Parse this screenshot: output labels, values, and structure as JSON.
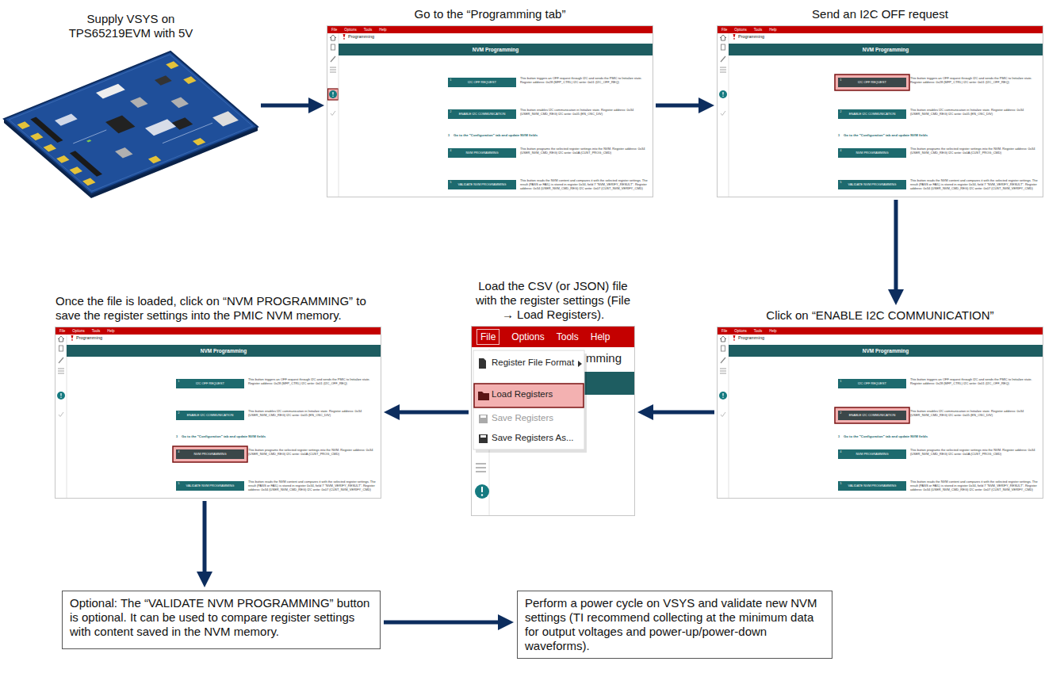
{
  "diagram": {
    "nodes": [
      {
        "text": [
          "Supply VSYS on TPS65219EVM with 5V"
        ]
      },
      {
        "text": [
          "Go to the “Programming tab”"
        ]
      },
      {
        "text": [
          "File",
          "Options",
          "Tools",
          "Help"
        ],
        "in": 1
      },
      {
        "text": [
          "NVM Programming"
        ],
        "in": 1
      },
      {
        "text": [
          "1",
          "I2C OFF REQUEST"
        ],
        "in": 1
      },
      {
        "text": [
          "2",
          "ENABLE I2C COMMUNICATION"
        ],
        "in": 1
      },
      {
        "text": [
          "4",
          "NVM PROGRAMMING"
        ],
        "in": 1
      },
      {
        "text": [
          "5",
          "VALIDATE NVM PROGRAMMING"
        ],
        "in": 1
      },
      {
        "text": [
          "Send an I2C OFF request"
        ]
      },
      {
        "text": [
          "File",
          "Options",
          "Tools",
          "Help"
        ],
        "in": 8
      },
      {
        "text": [
          "NVM Programming"
        ],
        "in": 8
      },
      {
        "text": [
          "1",
          "I2C OFF REQUEST"
        ],
        "in": 8
      },
      {
        "text": [
          "2",
          "ENABLE I2C COMMUNICATION"
        ],
        "in": 8
      },
      {
        "text": [
          "4",
          "NVM PROGRAMMING"
        ],
        "in": 8
      },
      {
        "text": [
          "5",
          "VALIDATE NVM PROGRAMMING"
        ],
        "in": 8
      },
      {
        "text": [
          "Click on “ENABLE I2C COMMUNICATION”"
        ]
      },
      {
        "text": [
          "File",
          "Options",
          "Tools",
          "Help"
        ],
        "in": 15
      },
      {
        "text": [
          "NVM Programming"
        ],
        "in": 15
      },
      {
        "text": [
          "1",
          "I2C OFF REQUEST"
        ],
        "in": 15
      },
      {
        "text": [
          "2",
          "ENABLE I2C COMMUNICATION"
        ],
        "in": 15
      },
      {
        "text": [
          "4",
          "NVM PROGRAMMING"
        ],
        "in": 15
      },
      {
        "text": [
          "5",
          "VALIDATE NVM PROGRAMMING"
        ],
        "in": 15
      },
      {
        "text": [
          "Load the CSV (or JSON) file with the register settings (File → Load Registers)."
        ]
      },
      {
        "text": [
          "File",
          "Options",
          "Tools",
          "Help"
        ],
        "in": 22
      },
      {
        "text": [
          "Register File Format",
          "Load Registers",
          "Save Registers",
          "Save Registers As..."
        ],
        "in": 22
      },
      {
        "text": [
          "Once the file is loaded, click on “NVM PROGRAMMING” to save the register settings into the PMIC NVM memory."
        ]
      },
      {
        "text": [
          "File",
          "Options",
          "Tools",
          "Help"
        ],
        "in": 25
      },
      {
        "text": [
          "NVM Programming"
        ],
        "in": 25
      },
      {
        "text": [
          "1",
          "I2C OFF REQUEST"
        ],
        "in": 25
      },
      {
        "text": [
          "2",
          "ENABLE I2C COMMUNICATION"
        ],
        "in": 25
      },
      {
        "text": [
          "4",
          "NVM PROGRAMMING"
        ],
        "in": 25
      },
      {
        "text": [
          "5",
          "VALIDATE NVM PROGRAMMING"
        ],
        "in": 25
      },
      {
        "text": [
          "Optional: The “VALIDATE NVM PROGRAMMING” button is optional. It can be used to compare register settings with content saved in the NVM memory."
        ]
      },
      {
        "text": [
          "Perform a power cycle on VSYS and validate new NVM settings (TI recommend collecting at the minimum data for output voltages and power-up/power-down waveforms)."
        ]
      }
    ],
    "edges": [
      {
        "from": 0,
        "to": 1,
        "arrow": "to"
      },
      {
        "from": 1,
        "to": 8,
        "arrow": "to"
      },
      {
        "from": 8,
        "to": 15,
        "arrow": "to"
      },
      {
        "from": 15,
        "to": 22,
        "arrow": "to"
      },
      {
        "from": 22,
        "to": 25,
        "arrow": "to"
      },
      {
        "from": 25,
        "to": 32,
        "arrow": "to"
      },
      {
        "from": 32,
        "to": 33,
        "arrow": "to"
      }
    ],
    "labels": [
      "Programming",
      "This button triggers an OFF request through I2C and sends the PMIC to Initialize state. Register address: 0x28 (MFP_CTRL) I2C write: 0x01 (I2C_OFF_REQ)",
      "This button enables I2C communication in Initialize state. Register address: 0x34 (USER_NVM_CMD_REG) I2C write: 0x05 (EN_OSC_DIV)",
      "3",
      "Go to the \"Configuration\" tab and update NVM fields",
      "This button programs the selected register settings into the NVM. Register address: 0x34 (USER_NVM_CMD_REG) I2C write: 0x0A (CUST_PROG_CMD)",
      "This button reads the NVM content and compares it with the selected register settings. The result (PASS or FAIL) is stored in register 0x34, field 7 \"NVM_VERIFY_RESULT\". Register address: 0x34 (USER_NVM_CMD_REG) I2C write: 0x07 (CUST_NVM_VERIFY_CMD)",
      "Programming",
      "This button triggers an OFF request through I2C and sends the PMIC to Initialize state. Register address: 0x28 (MFP_CTRL) I2C write: 0x01 (I2C_OFF_REQ)",
      "This button enables I2C communication in Initialize state. Register address: 0x34 (USER_NVM_CMD_REG) I2C write: 0x05 (EN_OSC_DIV)",
      "3",
      "Go to the \"Configuration\" tab and update NVM fields",
      "This button programs the selected register settings into the NVM. Register address: 0x34 (USER_NVM_CMD_REG) I2C write: 0x0A (CUST_PROG_CMD)",
      "This button reads the NVM content and compares it with the selected register settings. The result (PASS or FAIL) is stored in register 0x34, field 7 \"NVM_VERIFY_RESULT\". Register address: 0x34 (USER_NVM_CMD_REG) I2C write: 0x07 (CUST_NVM_VERIFY_CMD)",
      "Programming",
      "This button triggers an OFF request through I2C and sends the PMIC to Initialize state. Register address: 0x28 (MFP_CTRL) I2C write: 0x01 (I2C_OFF_REQ)",
      "This button enables I2C communication in Initialize state. Register address: 0x34 (USER_NVM_CMD_REG) I2C write: 0x05 (EN_OSC_DIV)",
      "3",
      "Go to the \"Configuration\" tab and update NVM fields",
      "This button programs the selected register settings into the NVM. Register address: 0x34 (USER_NVM_CMD_REG) I2C write: 0x0A (CUST_PROG_CMD)",
      "This button reads the NVM content and compares it with the selected register settings. The result (PASS or FAIL) is stored in register 0x34, field 7 \"NVM_VERIFY_RESULT\". Register address: 0x34 (USER_NVM_CMD_REG) I2C write: 0x07 (CUST_NVM_VERIFY_CMD)",
      "Programming",
      "This button triggers an OFF request through I2C and sends the PMIC to Initialize state. Register address: 0x28 (MFP_CTRL) I2C write: 0x01 (I2C_OFF_REQ)",
      "This button enables I2C communication in Initialize state. Register address: 0x34 (USER_NVM_CMD_REG) I2C write: 0x05 (EN_OSC_DIV)",
      "3",
      "Go to the \"Configuration\" tab and update NVM fields",
      "This button programs the selected register settings into the NVM. Register address: 0x34 (USER_NVM_CMD_REG) I2C write: 0x0A (CUST_PROG_CMD)",
      "This button reads the NVM content and compares it with the selected register settings. The result (PASS or FAIL) is stored in register 0x34, field 7 \"NVM_VERIFY_RESULT\". Register address: 0x34 (USER_NVM_CMD_REG) I2C write: 0x07 (CUST_NVM_VERIFY_CMD)",
      "mming"
    ]
  }
}
